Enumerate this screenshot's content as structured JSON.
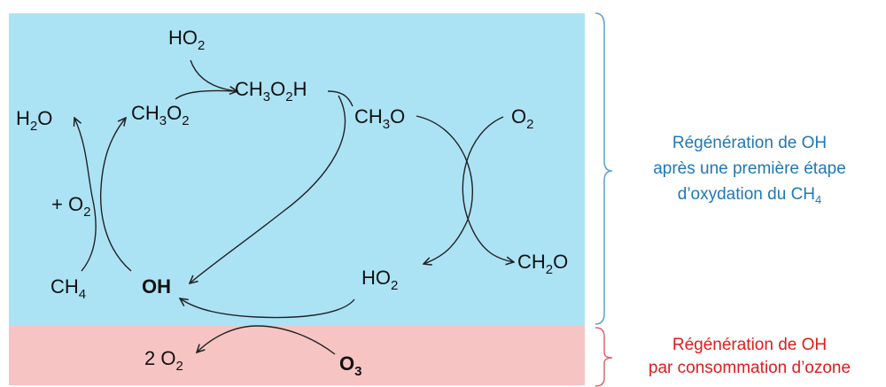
{
  "colors": {
    "upper_region": "#abe3f5",
    "lower_region": "#f7c4c4",
    "upper_note": "#1f78b4",
    "lower_note": "#e41a1c",
    "arrow": "#222222"
  },
  "species": {
    "ho2_top": [
      "HO",
      "2"
    ],
    "ch3o2h": [
      "CH",
      "3",
      "O",
      "2",
      "H"
    ],
    "ch3o2": [
      "CH",
      "3",
      "O",
      "2"
    ],
    "h2o": [
      "H",
      "2",
      "O"
    ],
    "ch3o": [
      "CH",
      "3",
      "O"
    ],
    "o2_right": [
      "O",
      "2"
    ],
    "plus_o2": [
      "+ O",
      "2"
    ],
    "ch4": [
      "CH",
      "4"
    ],
    "oh": "OH",
    "ho2_mid": [
      "HO",
      "2"
    ],
    "ch2o": [
      "CH",
      "2",
      "O"
    ],
    "two_o2": [
      "2 O",
      "2"
    ],
    "o3": [
      "O",
      "3"
    ]
  },
  "annotations": {
    "upper": {
      "line1": "Régénération de OH",
      "line2": "après une première étape",
      "line3": [
        "d’oxydation du CH",
        "4"
      ]
    },
    "lower": {
      "line1": "Régénération de OH",
      "line2": "par consommation d’ozone"
    }
  }
}
